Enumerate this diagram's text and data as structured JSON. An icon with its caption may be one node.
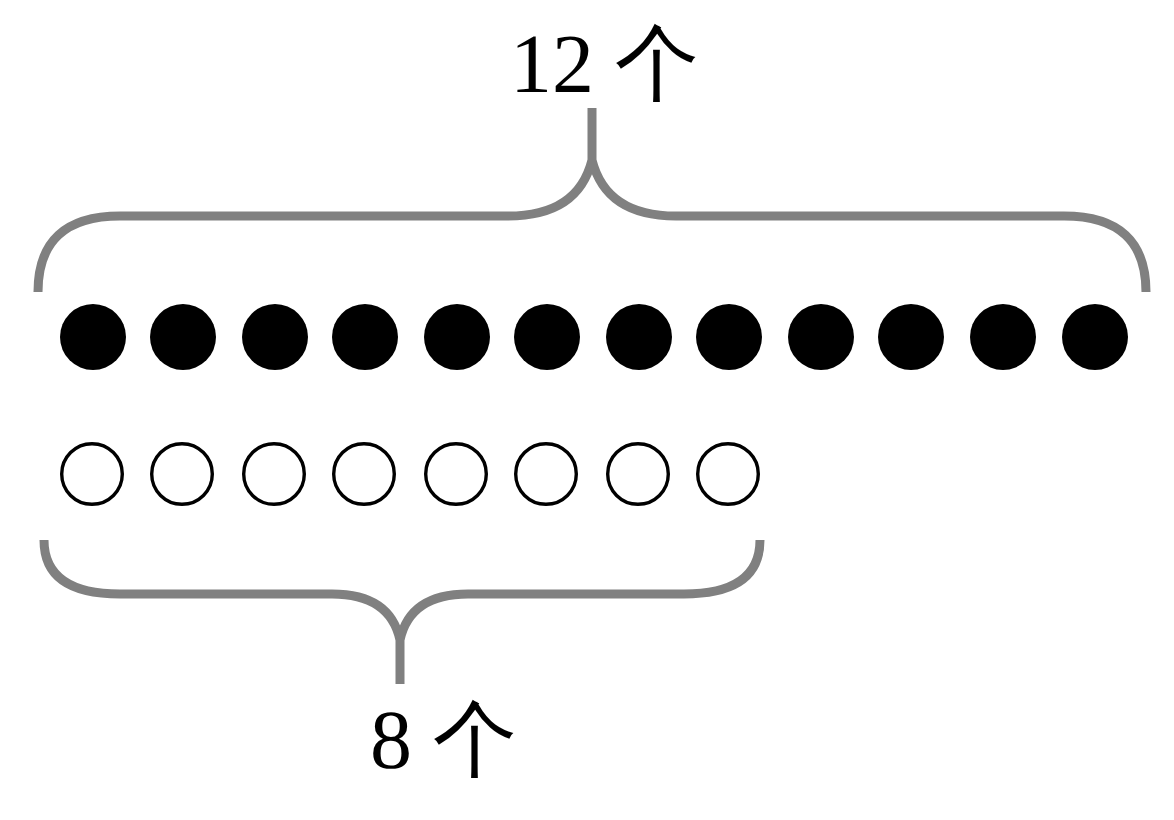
{
  "diagram": {
    "nodes": [
      {
        "text": [],
        "shape": "dot"
      },
      {
        "text": [],
        "shape": "dot"
      },
      {
        "text": [],
        "shape": "dot"
      },
      {
        "text": [],
        "shape": "dot"
      },
      {
        "text": [],
        "shape": "dot"
      },
      {
        "text": [],
        "shape": "dot"
      },
      {
        "text": [],
        "shape": "dot"
      },
      {
        "text": [],
        "shape": "dot"
      },
      {
        "text": [],
        "shape": "dot"
      },
      {
        "text": [],
        "shape": "dot"
      },
      {
        "text": [],
        "shape": "dot"
      },
      {
        "text": [],
        "shape": "dot"
      },
      {
        "text": [],
        "shape": "circle"
      },
      {
        "text": [],
        "shape": "circle"
      },
      {
        "text": [],
        "shape": "circle"
      },
      {
        "text": [],
        "shape": "circle"
      },
      {
        "text": [],
        "shape": "circle"
      },
      {
        "text": [],
        "shape": "circle"
      },
      {
        "text": [],
        "shape": "circle"
      },
      {
        "text": [],
        "shape": "circle"
      }
    ],
    "labels": [
      "12 个",
      "8 个"
    ]
  }
}
